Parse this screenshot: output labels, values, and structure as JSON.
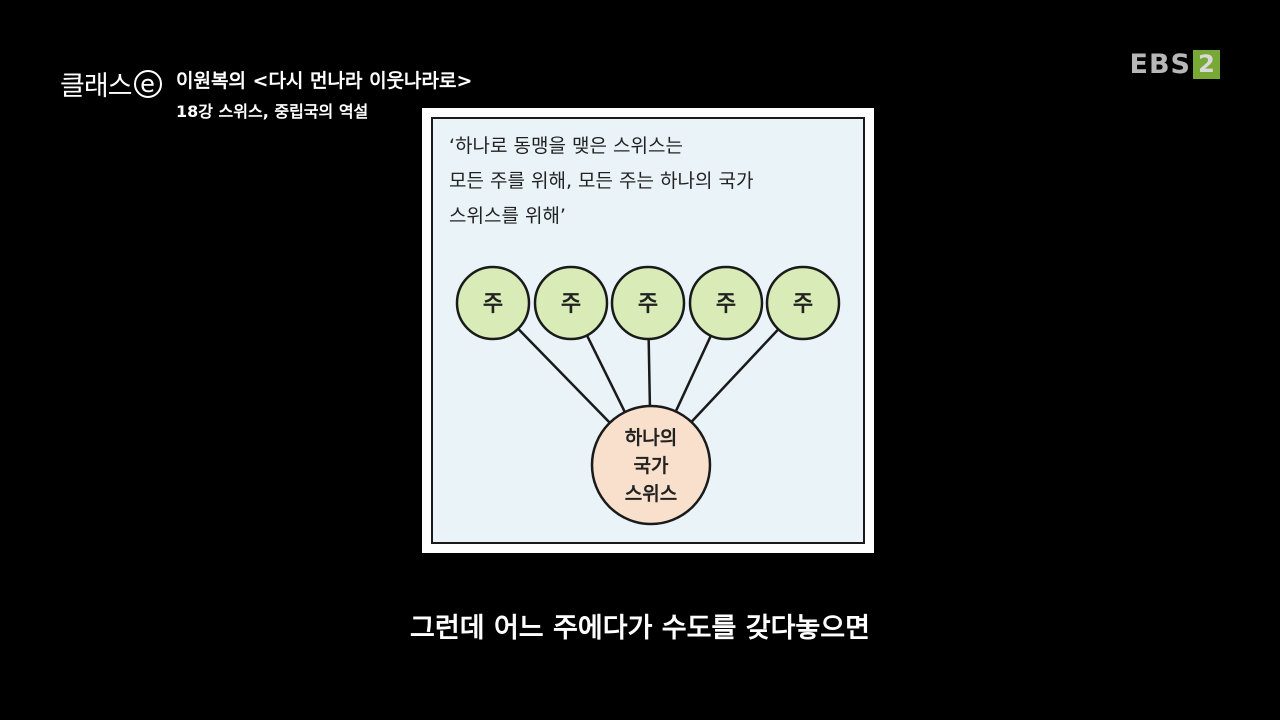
{
  "program": {
    "brand_name": "클래스",
    "brand_e": "e",
    "title": "이원복의 <다시 먼나라 이웃나라로>",
    "episode": "18강 스위스, 중립국의 역설"
  },
  "channel": {
    "name": "EBS",
    "number": "2",
    "accent_color": "#8dc63f"
  },
  "diagram": {
    "quote_lines": [
      "‘하나로 동맹을 맺은 스위스는",
      "모든 주를 위해, 모든 주는 하나의 국가",
      "스위스를 위해’"
    ],
    "state_nodes": [
      "주",
      "주",
      "주",
      "주",
      "주"
    ],
    "center_node_lines": [
      "하나의",
      "국가",
      "스위스"
    ],
    "colors": {
      "panel_background": "#e9f3f8",
      "state_node_fill": "#d9ecb7",
      "center_node_fill": "#f8e0cc"
    }
  },
  "caption": "그런데 어느 주에다가 수도를 갖다놓으면"
}
